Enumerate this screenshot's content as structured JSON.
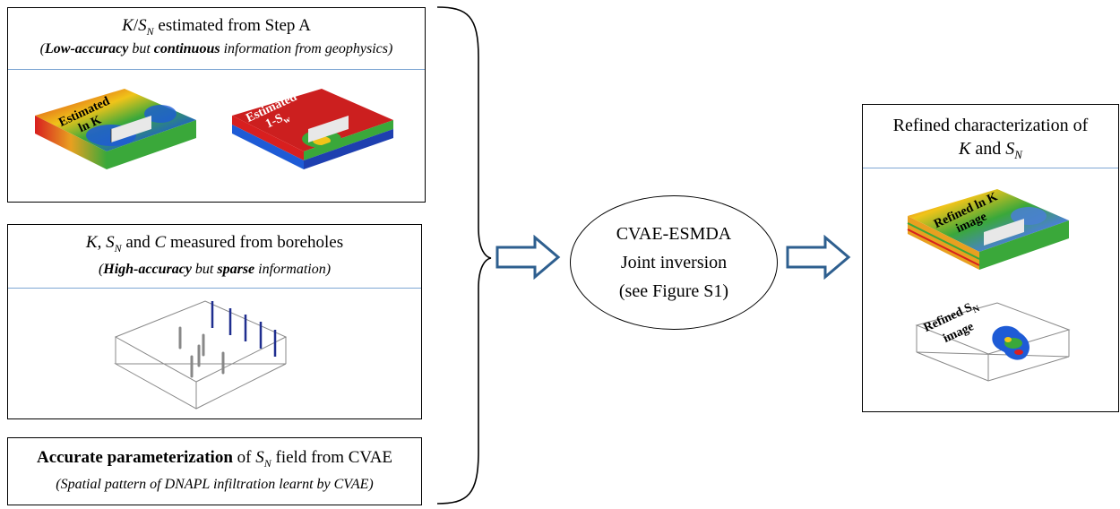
{
  "panel_geophysics": {
    "title": [
      "K",
      "/",
      "S",
      "N",
      " estimated from Step A"
    ],
    "subtitle": [
      "(",
      "Low-accuracy",
      " but ",
      "continuous",
      " information from geophysics)"
    ],
    "image_labels": {
      "left": [
        "Estimated",
        "ln K"
      ],
      "right": [
        "Estimated",
        "1-S",
        "w"
      ]
    }
  },
  "panel_boreholes": {
    "title": [
      "K",
      ", ",
      "S",
      "N",
      " and ",
      "C",
      " measured from boreholes"
    ],
    "subtitle": [
      "(",
      "High-accuracy",
      " but ",
      "sparse",
      " information)"
    ]
  },
  "panel_cvae": {
    "title": [
      "Accurate parameterization",
      " of ",
      "S",
      "N",
      " field from CVAE"
    ],
    "subtitle": "(Spatial pattern of DNAPL infiltration learnt by CVAE)"
  },
  "center_node": {
    "lines": [
      "CVAE-ESMDA",
      "Joint inversion",
      "(see Figure S1)"
    ]
  },
  "panel_result": {
    "title_line1": "Refined characterization of",
    "title_line2": [
      "K",
      " and ",
      "S",
      "N"
    ],
    "image_labels": {
      "top": [
        "Refined ln K",
        "image"
      ],
      "bottom": [
        "Refined S",
        "N",
        "image"
      ]
    }
  },
  "colors": {
    "arrow": "#2e5f8f",
    "separator": "#7fa7d4",
    "borehole_blue": "#1f2e8f"
  }
}
